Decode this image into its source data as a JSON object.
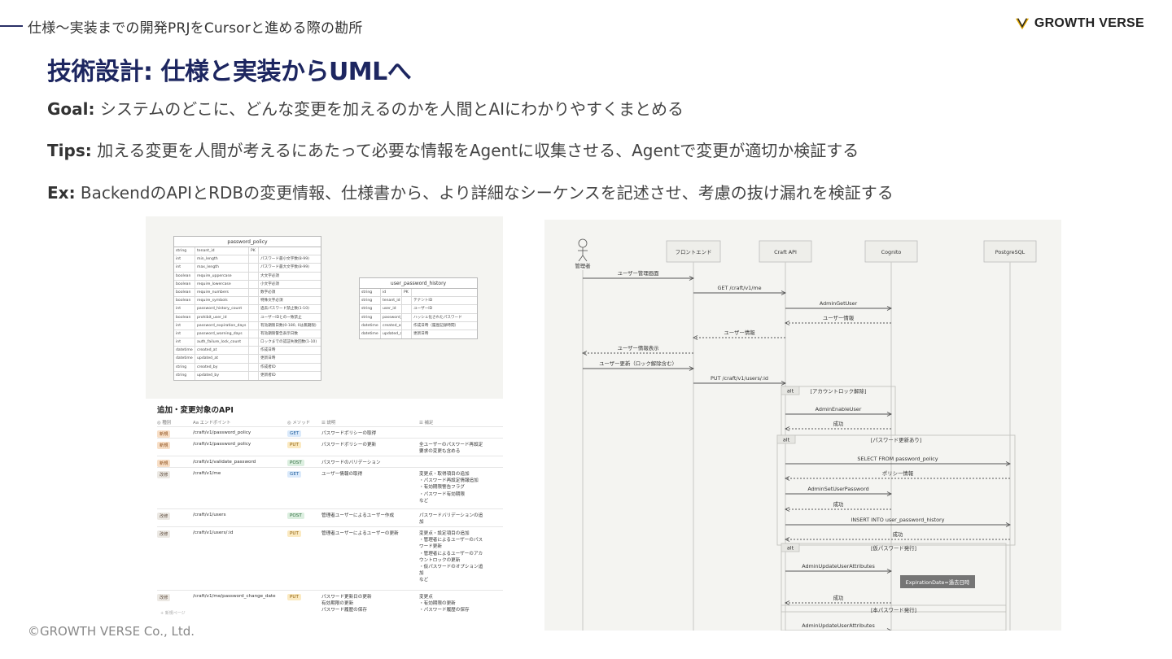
{
  "header": {
    "section_title": "仕様〜実装までの開発PRJをCursorと進める際の勘所",
    "logo_text": "GROWTH VERSE",
    "logo_icon": "growth-verse-v-mark",
    "accent_color": "#2a2f66"
  },
  "slide": {
    "title": "技術設計: 仕様と実装からUMLへ",
    "bullets": [
      {
        "label": "Goal:",
        "text": " システムのどこに、どんな変更を加えるのかを人間とAIにわかりやすくまとめる"
      },
      {
        "label": "Tips:",
        "text": " 加える変更を人間が考えるにあたって必要な情報をAgentに収集させる、Agentで変更が適切か検証する"
      },
      {
        "label": "Ex:",
        "text": " BackendのAPIとRDBの変更情報、仕様書から、より詳細なシーケンスを記述させ、考慮の抜け漏れを検証する"
      }
    ]
  },
  "erd": {
    "tables": [
      {
        "name": "password_policy",
        "rows": [
          [
            "string",
            "tenant_id",
            "PK",
            ""
          ],
          [
            "int",
            "min_length",
            "",
            "パスワード最小文字数(8-99)"
          ],
          [
            "int",
            "max_length",
            "",
            "パスワード最大文字数(8-99)"
          ],
          [
            "boolean",
            "require_uppercase",
            "",
            "大文字必須"
          ],
          [
            "boolean",
            "require_lowercase",
            "",
            "小文字必須"
          ],
          [
            "boolean",
            "require_numbers",
            "",
            "数字必須"
          ],
          [
            "boolean",
            "require_symbols",
            "",
            "特殊文字必須"
          ],
          [
            "int",
            "password_history_count",
            "",
            "過去パスワード禁止数(1-10)"
          ],
          [
            "boolean",
            "prohibit_user_id",
            "",
            "ユーザーIDとの一致禁止"
          ],
          [
            "int",
            "password_expiration_days",
            "",
            "有効期限日数(0-180, 0は無期限)"
          ],
          [
            "int",
            "password_warning_days",
            "",
            "有効期限警告表示日数"
          ],
          [
            "int",
            "auth_failure_lock_count",
            "",
            "ロックまでの認証失敗回数(1-10)"
          ],
          [
            "datetime",
            "created_at",
            "",
            "作成日時"
          ],
          [
            "datetime",
            "updated_at",
            "",
            "更新日時"
          ],
          [
            "string",
            "created_by",
            "",
            "作成者ID"
          ],
          [
            "string",
            "updated_by",
            "",
            "更新者ID"
          ]
        ]
      },
      {
        "name": "user_password_history",
        "rows": [
          [
            "string",
            "id",
            "PK",
            ""
          ],
          [
            "string",
            "tenant_id",
            "",
            "テナントID"
          ],
          [
            "string",
            "user_id",
            "",
            "ユーザーID"
          ],
          [
            "string",
            "password_hash",
            "",
            "ハッシュ化されたパスワード"
          ],
          [
            "datetime",
            "created_at",
            "",
            "作成日時（履歴記録時間）"
          ],
          [
            "datetime",
            "updated_at",
            "",
            "更新日時"
          ]
        ]
      }
    ]
  },
  "api_table": {
    "heading": "追加・変更対象のAPI",
    "columns": [
      "種別",
      "エンドポイント",
      "メソッド",
      "説明",
      "補足"
    ],
    "column_prefixes": [
      "◎",
      "Aa",
      "◎",
      "☰",
      "☰"
    ],
    "rows": [
      {
        "kind": "新規",
        "endpoint": "/craft/v1/password_policy",
        "method": "GET",
        "desc": "パスワードポリシーの取得",
        "note": ""
      },
      {
        "kind": "新規",
        "endpoint": "/craft/v1/password_policy",
        "method": "PUT",
        "desc": "パスワードポリシーの更新",
        "note": "全ユーザーのパスワード再設定\n要求の変更も含める"
      },
      {
        "kind": "新規",
        "endpoint": "/craft/v1/validate_password",
        "method": "POST",
        "desc": "パスワードのバリデーション",
        "note": ""
      },
      {
        "kind": "改修",
        "endpoint": "/craft/v1/me",
        "method": "GET",
        "desc": "ユーザー情報の取得",
        "note": "変更点・取得項目の追加\n・パスワード再設定情報追加\n・有効期限警告フラグ\n・パスワード有効期限\nなど"
      },
      {
        "kind": "改修",
        "endpoint": "/craft/v1/users",
        "method": "POST",
        "desc": "管理者ユーザーによるユーザー作成",
        "note": "パスワードバリデーションの追\n加"
      },
      {
        "kind": "改修",
        "endpoint": "/craft/v1/users/:id",
        "method": "PUT",
        "desc": "管理者ユーザーによるユーザーの更新",
        "note": "変更点・設定項目の追加\n・管理者によるユーザーのパス\nワード更新\n・管理者によるユーザーのアカ\nウントロックの更新\n・仮パスワードのオプション追\n加\nなど"
      },
      {
        "kind": "改修",
        "endpoint": "/craft/v1/me/password_change_date",
        "method": "PUT",
        "desc": "パスワード更新日の更新\n有効期限の更新\nパスワード履歴の保存",
        "note": "変更点\n・有効期限の更新\n・パスワード履歴の保存"
      }
    ],
    "new_page": "+ 新規ページ"
  },
  "sequence": {
    "participants": [
      "管理者",
      "フロントエンド",
      "Craft API",
      "Cognito",
      "PostgreSQL"
    ],
    "messages": [
      "ユーザー管理画面",
      "GET /craft/v1/me",
      "AdminGetUser",
      "ユーザー情報",
      "ユーザー情報",
      "ユーザー情報表示",
      "ユーザー更新（ロック解除含む）",
      "PUT /craft/v1/users/:id",
      "AdminEnableUser",
      "成功",
      "SELECT FROM password_policy",
      "ポリシー情報",
      "AdminSetUserPassword",
      "成功",
      "INSERT INTO user_password_history",
      "成功",
      "AdminUpdateUserAttributes",
      "成功",
      "AdminUpdateUserAttributes"
    ],
    "alt_label": "alt",
    "fragments": [
      "[アカウントロック解除]",
      "[パスワード更新あり]",
      "[仮パスワード発行]",
      "[本パスワード発行]"
    ],
    "note": "ExpirationDate=過去日時"
  },
  "footer": {
    "copyright": "©GROWTH VERSE Co., Ltd."
  }
}
